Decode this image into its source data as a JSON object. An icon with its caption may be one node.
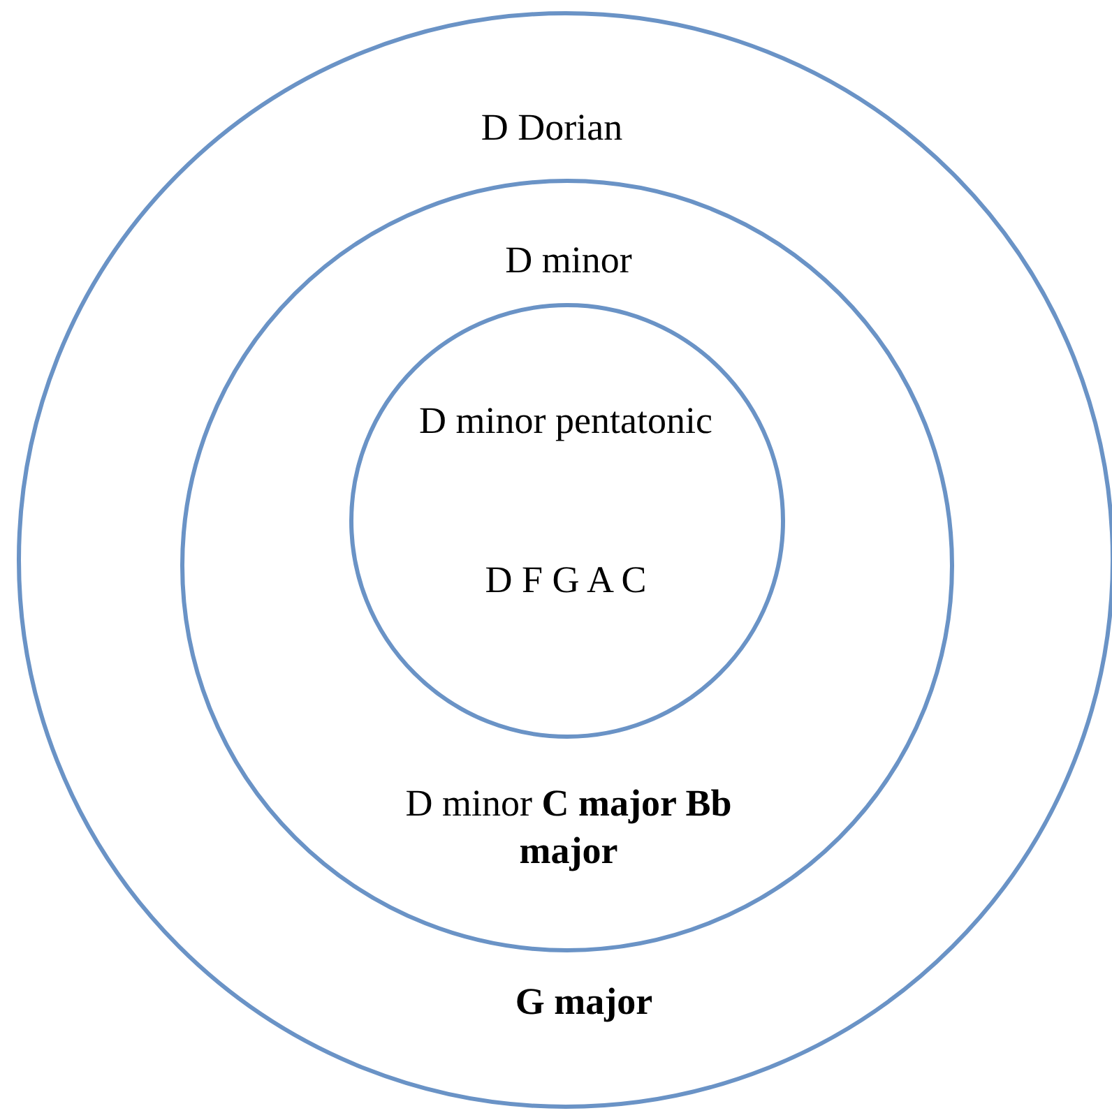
{
  "diagram": {
    "nodes": [
      {
        "text": [
          "D Dorian",
          "G major"
        ]
      },
      {
        "text": [
          "D minor",
          "D minor **C major Bb major**"
        ],
        "in": 0
      },
      {
        "text": [
          "D minor pentatonic",
          "D F G A C"
        ],
        "in": 1
      }
    ]
  }
}
